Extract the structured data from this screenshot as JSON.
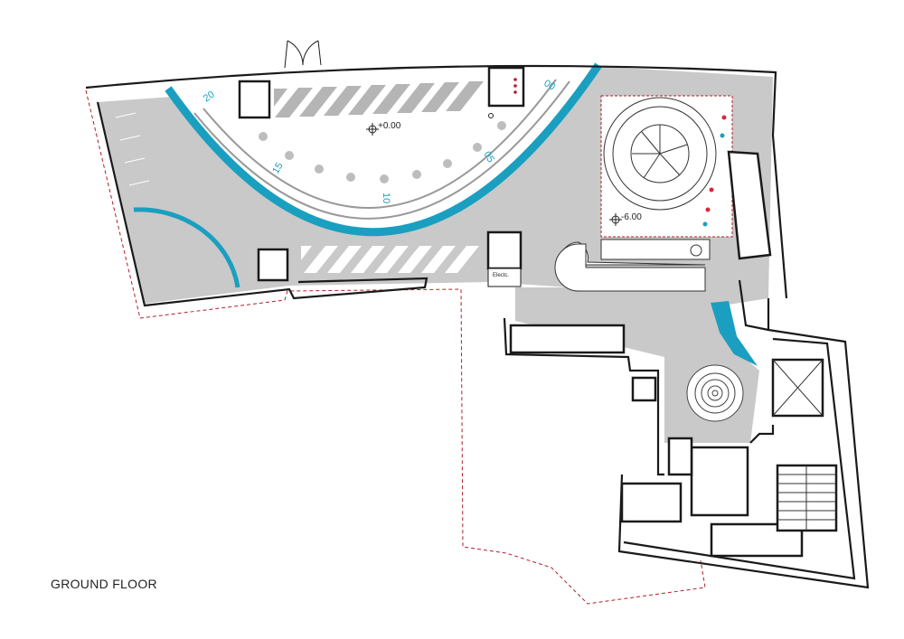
{
  "title": "GROUND FLOOR",
  "levels": {
    "main": "+0.00",
    "lower": "-6.00"
  },
  "room_labels": {
    "electrical": "Electc."
  },
  "seat_markers": [
    "20",
    "15",
    "10",
    "05",
    "00"
  ],
  "colors": {
    "accent": "#1a9fc0",
    "floor": "#c9c9c9",
    "boundary": "#b0202a",
    "wall": "#1a1a1a"
  }
}
